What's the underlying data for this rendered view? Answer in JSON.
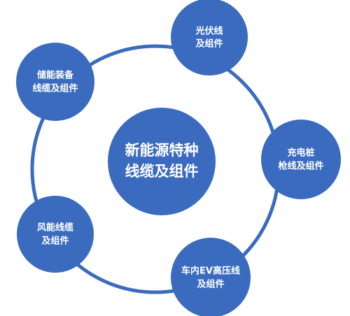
{
  "colors": {
    "node_fill": "#3a6bbf",
    "ring_stroke": "#3a6bbf",
    "text": "#ffffff",
    "background": "#ffffff"
  },
  "center": {
    "line1": "新能源特种",
    "line2": "线缆及组件"
  },
  "satellites": [
    {
      "id": "pv",
      "line1": "光伏线",
      "line2": "及组件"
    },
    {
      "id": "charging",
      "line1": "充电桩",
      "line2": "枪线及组件"
    },
    {
      "id": "ev",
      "line1": "车内EV高压线",
      "line2": "及组件"
    },
    {
      "id": "wind",
      "line1": "风能线缆",
      "line2": "及组件"
    },
    {
      "id": "storage",
      "line1": "储能装备",
      "line2": "线缆及组件"
    }
  ]
}
